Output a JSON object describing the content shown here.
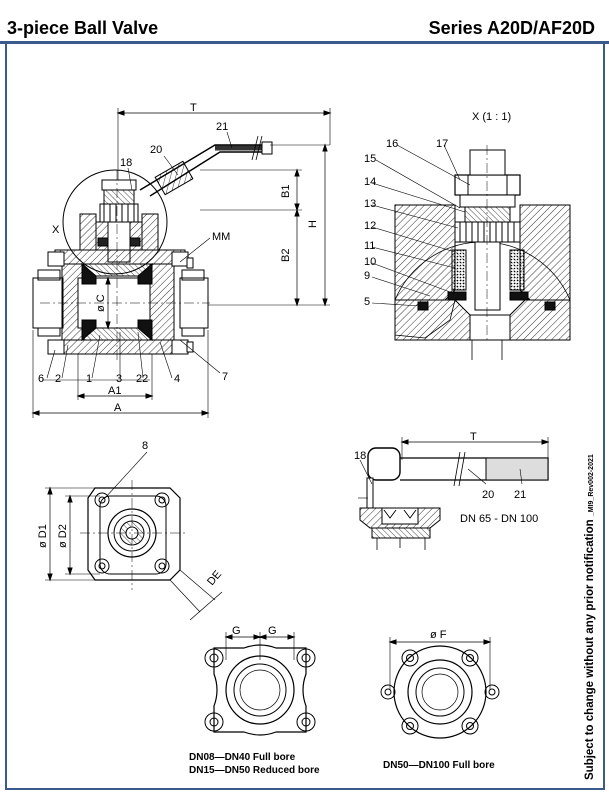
{
  "header": {
    "title": "3-piece Ball Valve",
    "series": "Series  A20D/AF20D"
  },
  "side_note": {
    "text": "Subject to change without any prior notification",
    "code": "_MI9_Rev002-2021"
  },
  "main_view": {
    "dims": [
      "T",
      "H",
      "B1",
      "B2",
      "A",
      "A1",
      "ø C",
      "MM",
      "X"
    ],
    "parts": [
      "21",
      "20",
      "18",
      "6",
      "2",
      "1",
      "3",
      "22",
      "4",
      "7"
    ]
  },
  "detail_view": {
    "title": "X (1 : 1)",
    "parts": [
      "16",
      "17",
      "15",
      "14",
      "13",
      "12",
      "11",
      "10",
      "9",
      "5"
    ]
  },
  "front_view": {
    "parts": [
      "8"
    ],
    "dims": [
      "ø D1",
      "ø D2",
      "DE"
    ]
  },
  "handle_view": {
    "dims": [
      "T"
    ],
    "parts": [
      "18",
      "20",
      "21"
    ],
    "caption": "DN 65 - DN 100"
  },
  "flange_square": {
    "dims": [
      "G",
      "G"
    ],
    "caption_1": "DN08—DN40 Full bore",
    "caption_2": "DN15—DN50 Reduced bore"
  },
  "flange_round": {
    "dims": [
      "ø F"
    ],
    "caption": "DN50—DN100 Full bore"
  }
}
